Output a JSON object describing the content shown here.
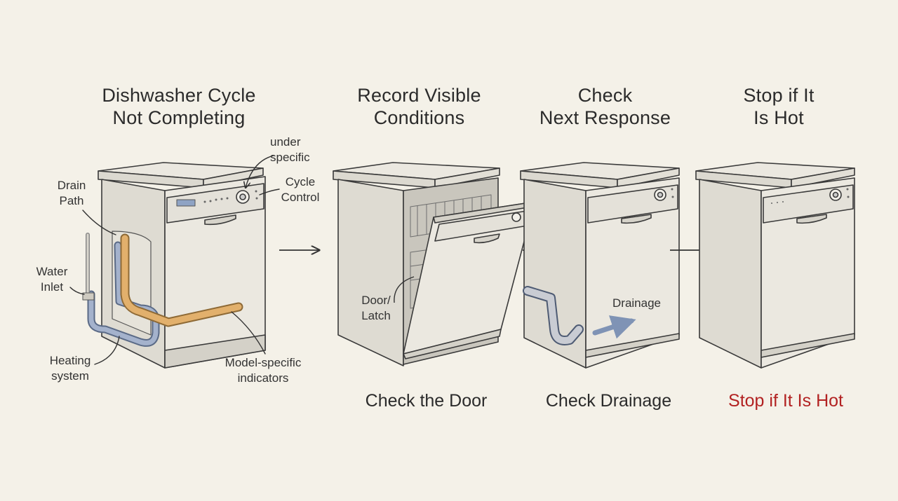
{
  "titles": {
    "step1": [
      "Dishwasher Cycle",
      "Not Completing"
    ],
    "step2": [
      "Record Visible",
      "Conditions"
    ],
    "step3": [
      "Check",
      "Next Response"
    ],
    "step4": [
      "Stop if It",
      "Is Hot"
    ]
  },
  "labels": {
    "under_specific": [
      "under",
      "specific"
    ],
    "cycle_control": [
      "Cycle",
      "Control"
    ],
    "drain_path": [
      "Drain",
      "Path"
    ],
    "water_inlet": [
      "Water",
      "Inlet"
    ],
    "heating_system": [
      "Heating",
      "system"
    ],
    "model_specific": [
      "Model-specific",
      "indicators"
    ],
    "door_latch": [
      "Door/",
      "Latch"
    ],
    "drainage": "Drainage"
  },
  "captions": {
    "check_door": "Check the Door",
    "check_drainage": "Check Drainage",
    "stop_hot": "Stop if It Is Hot"
  },
  "colors": {
    "warning": "#b22222",
    "pipe_orange": "#d9a561",
    "pipe_blue": "#8a9bb8"
  }
}
